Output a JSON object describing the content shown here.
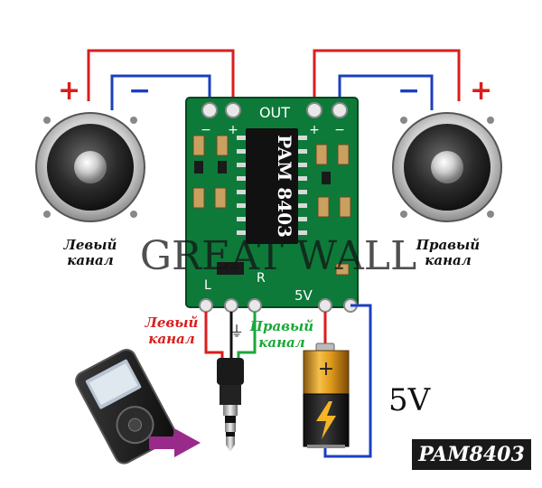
{
  "speaker_left": {
    "plus_sign": "+",
    "minus_sign": "−",
    "label_line1": "Левый",
    "label_line2": "канал"
  },
  "speaker_right": {
    "plus_sign": "+",
    "minus_sign": "−",
    "label_line1": "Правый",
    "label_line2": "канал"
  },
  "board": {
    "out_label": "OUT",
    "out_plus": "+",
    "out_minus": "−",
    "out_minus_right": "−",
    "out_plus_right": "+",
    "chip_text": "PAM 8403",
    "in_left": "L",
    "in_right": "R",
    "power_label": "5V",
    "ground_symbol": "⏚"
  },
  "watermark": "GREAT WALL",
  "input_left_label": {
    "line1": "Левый",
    "line2": "канал"
  },
  "input_right_label": {
    "line1": "Правый",
    "line2": "канал"
  },
  "voltage_label": "5V",
  "product_badge": "PAM8403",
  "colors": {
    "red_wire": "#d91e1e",
    "blue_wire": "#1b3fbf",
    "black_wire": "#111111",
    "green_wire": "#1aa83a",
    "board_green": "#0d7a3a",
    "label_red": "#d91e1e",
    "label_green": "#1aa83a"
  }
}
